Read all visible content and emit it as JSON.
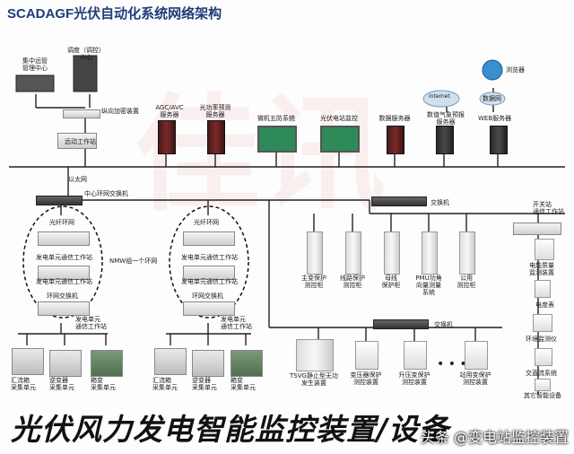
{
  "title": "SCADAGF光伏自动化系统网络架构",
  "bottom_banner": "光伏风力发电智能监控装置/设备",
  "watermark": "头条 @变电站监控装置",
  "top": {
    "remote_center": "集中远管\n管理中心",
    "dispatch": "调度（调控）\n中心",
    "crypto": "纵向加密装置",
    "agc": "AGC/AVC\n服务器",
    "power_forecast": "光功率预测\n服务器",
    "five_defense": "微机五防系统",
    "pv_monitor": "光伏电站监控",
    "data_server": "数据服务器",
    "internet": "internet",
    "weather": "数值气象预报\n服务器",
    "browser": "浏览器",
    "datanet": "数据网",
    "web_server": "WEB服务器",
    "telecontrol": "远动工作站"
  },
  "network": {
    "ethernet": "以太网",
    "core_switch": "中心环网交换机",
    "switch_a": "交换机",
    "switch_b": "交换机",
    "nmw": "NMW组一个环网"
  },
  "ring_left": [
    "光纤环网",
    "发电单元通信工作站",
    "发电单元通信工作站",
    "环网交换机",
    "发电单元\n通信工作站"
  ],
  "ring_right": [
    "光纤环网",
    "发电单元通信工作站",
    "发电单元通信工作站",
    "环网交换机",
    "发电单元\n通信工作站"
  ],
  "left_boxes": [
    "汇流箱\n采集单元",
    "逆变器\n采集单元",
    "箱变\n采集单元"
  ],
  "mid_boxes": [
    "汇流箱\n采集单元",
    "逆变器\n采集单元",
    "箱变\n采集单元"
  ],
  "cabinets": [
    "主变保护\n测控柜",
    "线路保护\n测控柜",
    "母线\n保护柜",
    "PMU功角\n向量测量\n系统",
    "公用\n测控柜"
  ],
  "bottom_devices": [
    "TSVG静止型无功\n发生装置",
    "变压器保护\n测控装置",
    "升压变保护\n测控装置",
    "站用变保护\n测控装置"
  ],
  "right_col": {
    "station": "开关站\n通信工作站",
    "energy": "电能质量\n监测装置",
    "meter": "电度表",
    "env": "环境监测仪",
    "dc": "交直流系统",
    "other": "其它智能设备"
  }
}
